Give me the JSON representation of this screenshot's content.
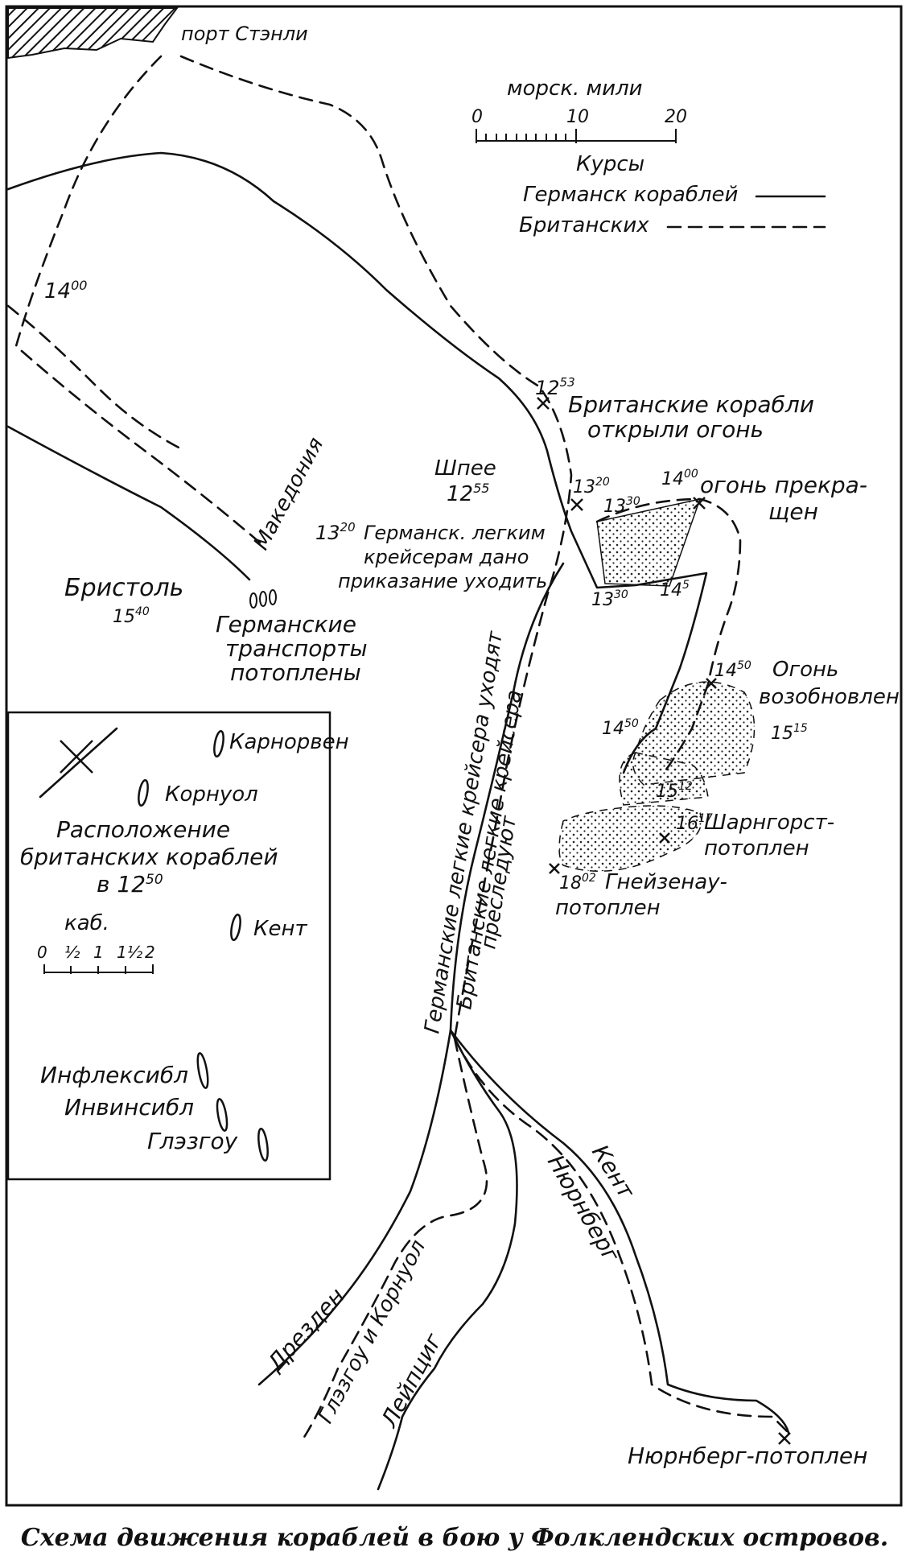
{
  "caption": "Схема движения кораблей в бою у Фолклендских островов.",
  "port": "порт Стэнли",
  "scale": {
    "title": "морск. мили",
    "ticks": [
      "0",
      "10",
      "20"
    ]
  },
  "legend": {
    "title": "Курсы",
    "german": "Германск кораблей",
    "british": "Британских"
  },
  "annotations": {
    "t1400_left": "14",
    "t1400_left_sup": "00",
    "t1253": "12",
    "t1253_sup": "53",
    "brit_open_fire_1": "Британские корабли",
    "brit_open_fire_2": "открыли огонь",
    "shpee": "Шпее",
    "shpee_time": "12",
    "shpee_time_sup": "55",
    "order_time": "13",
    "order_time_sup": "20",
    "order_1": "Германск. легким",
    "order_2": "крейсерам дано",
    "order_3": "приказание уходить",
    "t1320": "13",
    "t1320_sup": "20",
    "t1330": "13",
    "t1330_sup": "30",
    "t1400": "14",
    "t1400_sup": "00",
    "ceasefire_1": "огонь прекра-",
    "ceasefire_2": "щен",
    "t1330b": "13",
    "t1330b_sup": "30",
    "t145": "14",
    "t145_sup": "5",
    "t1450_right": "14",
    "t1450_right_sup": "50",
    "fire_resumed_1": "Огонь",
    "fire_resumed_2": "возобновлен",
    "t1450": "14",
    "t1450_sup": "50",
    "t1515": "15",
    "t1515_sup": "15",
    "t1512": "15",
    "t1512_sup": "12",
    "t16": "16",
    "t16_sup": "17",
    "scharnhorst_1": "Шарнгорст-",
    "scharnhorst_2": "потоплен",
    "t1802": "18",
    "t1802_sup": "02",
    "gneisenau_1": "Гнейзенау-",
    "gneisenau_2": "потоплен",
    "makedonia": "Македония",
    "bristol": "Бристоль",
    "bristol_time": "15",
    "bristol_time_sup": "40",
    "transports_1": "Германские",
    "transports_2": "транспорты",
    "transports_3": "потоплены",
    "german_light_leave": "Германские легкие крейсера уходят",
    "brit_light_pursue_1": "Британские легкие крейсера",
    "brit_light_pursue_2": "преследуют",
    "kent_track": "Кент",
    "nurnberg_track": "Нюрнберг",
    "dresden": "Дрезден",
    "glasgow_cornwall": "Глэзгоу и Корнуол",
    "leipzig": "Лейпциг",
    "nurnberg_sunk": "Нюрнберг-потоплен"
  },
  "inset": {
    "carnarvon": "Карнорвен",
    "cornwall": "Корнуол",
    "placement_1": "Расположение",
    "placement_2": "британских кораблей",
    "placement_3": "в 12",
    "placement_3_sup": "50",
    "kent": "Кент",
    "kab": "каб.",
    "kab_ticks": [
      "0",
      "½",
      "1",
      "1½",
      "2"
    ],
    "inflexible": "Инфлексибл",
    "invincible": "Инвинсибл",
    "glasgow": "Глэзгоу"
  }
}
